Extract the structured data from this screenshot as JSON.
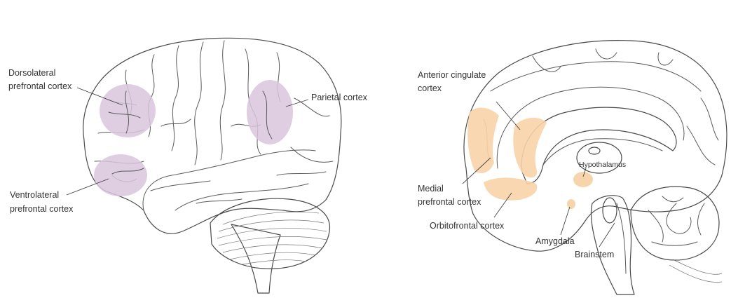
{
  "colors": {
    "lateral_region_fill": "#d9c6dd",
    "medial_region_fill": "#f7d3a8",
    "outline": "#4a4a4a",
    "label_text": "#333333"
  },
  "left_view": {
    "labels": {
      "dlpfc_line1": "Dorsolateral",
      "dlpfc_line2": "prefrontal cortex",
      "vlpfc_line1": "Ventrolateral",
      "vlpfc_line2": "prefrontal cortex",
      "parietal": "Parietal cortex"
    }
  },
  "right_view": {
    "labels": {
      "acc_line1": "Anterior cingulate",
      "acc_line2": "cortex",
      "mpfc_line1": "Medial",
      "mpfc_line2": "prefrontal cortex",
      "ofc": "Orbitofrontal cortex",
      "hypothalamus": "Hypothalamus",
      "amygdala": "Amygdala",
      "brainstem": "Brainstem"
    }
  }
}
